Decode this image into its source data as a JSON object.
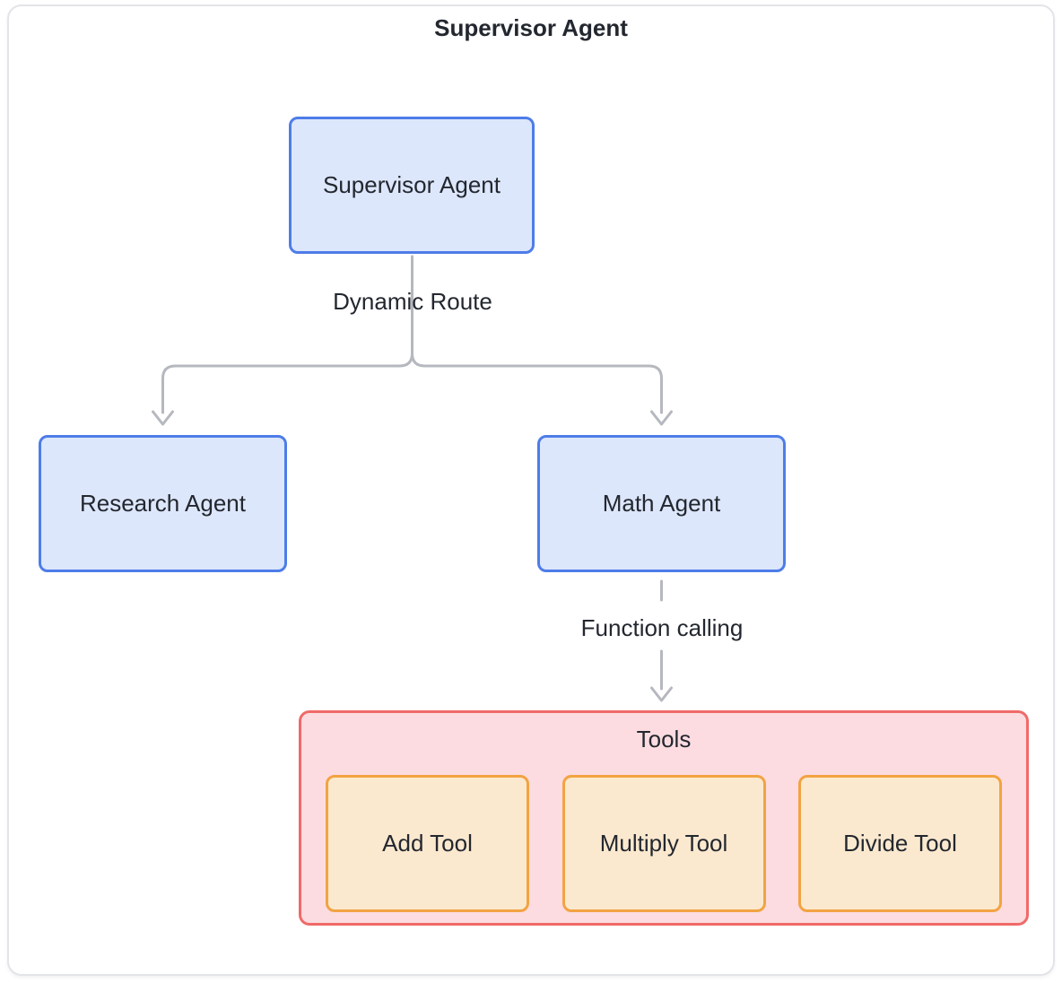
{
  "title": "Supervisor Agent",
  "nodes": {
    "supervisor": {
      "label": "Supervisor Agent"
    },
    "research": {
      "label": "Research Agent"
    },
    "math": {
      "label": "Math Agent"
    }
  },
  "edges": {
    "dynamic_route": {
      "label": "Dynamic Route",
      "style": "solid"
    },
    "function_calling": {
      "label": "Function calling",
      "style": "dashed"
    }
  },
  "tools": {
    "label": "Tools",
    "items": [
      {
        "label": "Add Tool"
      },
      {
        "label": "Multiply Tool"
      },
      {
        "label": "Divide Tool"
      }
    ]
  },
  "colors": {
    "agent_node_fill": "#dde7fb",
    "agent_node_border": "#4e7de8",
    "tools_fill": "#fcdce0",
    "tools_border": "#ef6a68",
    "tool_fill": "#fbe9cf",
    "tool_border": "#f2a342",
    "arrow": "#b5b8be",
    "text": "#23272f",
    "frame_border": "#e2e4e8"
  }
}
